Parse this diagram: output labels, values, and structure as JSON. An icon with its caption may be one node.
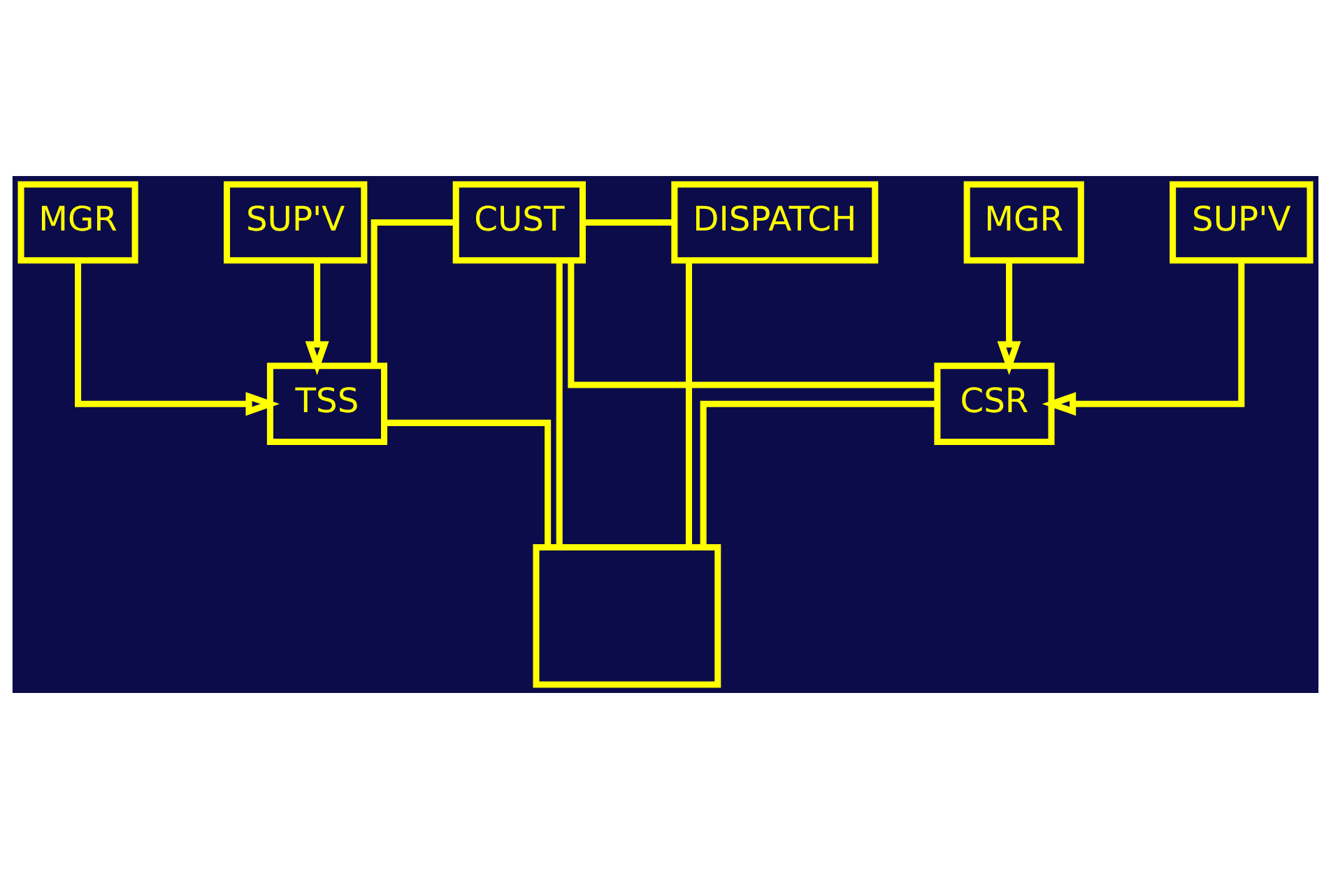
{
  "diagram": {
    "nodes": [
      {
        "text": [
          "CUST"
        ]
      },
      {
        "text": [
          "DISPATCH"
        ]
      },
      {
        "text": [
          "MGR"
        ]
      },
      {
        "text": [
          "SUP'V"
        ]
      },
      {
        "text": [
          "CSR"
        ]
      },
      {
        "text": [
          "TSS"
        ]
      },
      {
        "text": [
          "MGR"
        ]
      },
      {
        "text": [
          "SUP'V"
        ]
      },
      {
        "text": [],
        "shape": "box"
      }
    ],
    "edges": [
      {
        "from": 0,
        "to": 1,
        "arrow": "none"
      },
      {
        "from": 1,
        "to": 8,
        "arrow": "none"
      },
      {
        "from": 0,
        "to": 4,
        "arrow": "none"
      },
      {
        "from": 0,
        "to": 5,
        "arrow": "none"
      },
      {
        "from": 0,
        "to": 8,
        "arrow": "none"
      },
      {
        "from": 2,
        "to": 4,
        "arrow": "to"
      },
      {
        "from": 3,
        "to": 4,
        "arrow": "to"
      },
      {
        "from": 4,
        "to": 8,
        "arrow": "none"
      },
      {
        "from": 5,
        "to": 8,
        "arrow": "none"
      },
      {
        "from": 6,
        "to": 5,
        "arrow": "to"
      },
      {
        "from": 7,
        "to": 5,
        "arrow": "to"
      }
    ]
  }
}
